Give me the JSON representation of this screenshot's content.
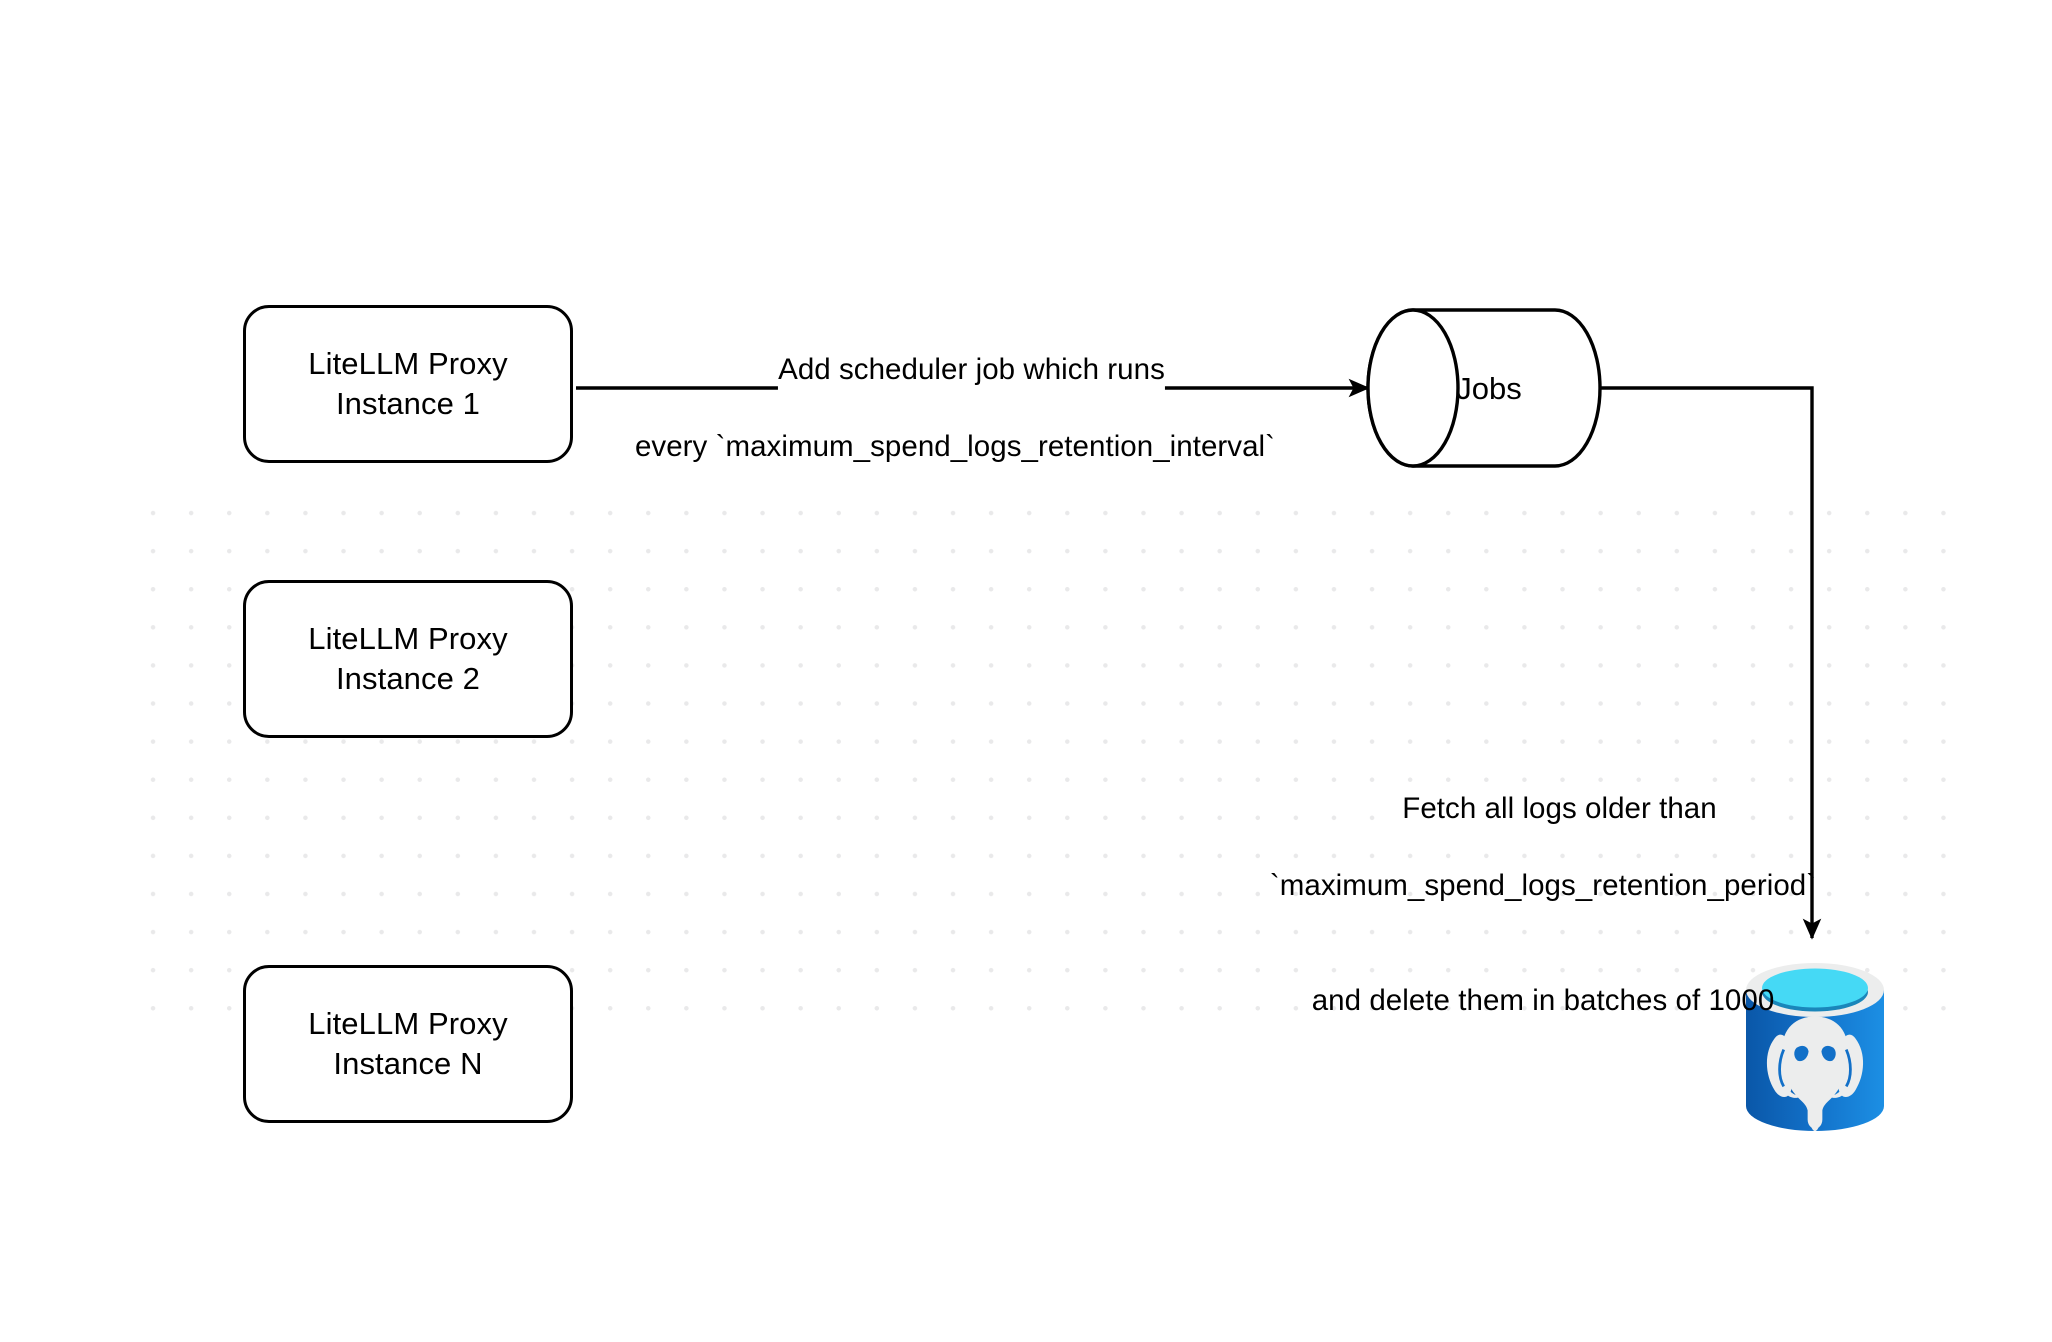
{
  "diagram": {
    "title": "LiteLLM spend logs retention scheduler flow",
    "background_color": "#ffffff",
    "grid_dot_color": "#e9e9ea",
    "stroke_color": "#000000",
    "nodes": [
      {
        "id": "proxy-1",
        "label_line1": "LiteLLM Proxy",
        "label_line2": "Instance 1",
        "shape": "rounded-rect"
      },
      {
        "id": "proxy-2",
        "label_line1": "LiteLLM Proxy",
        "label_line2": "Instance 2",
        "shape": "rounded-rect"
      },
      {
        "id": "proxy-n",
        "label_line1": "LiteLLM Proxy",
        "label_line2": "Instance N",
        "shape": "rounded-rect"
      },
      {
        "id": "jobs",
        "label": "Jobs",
        "shape": "cylinder-horizontal"
      },
      {
        "id": "postgres",
        "label": "",
        "shape": "database-icon",
        "icon": "postgresql-database-icon"
      }
    ],
    "edges": [
      {
        "id": "edge-proxy1-jobs",
        "from": "proxy-1",
        "to": "jobs",
        "label_line1": "Add scheduler job which runs",
        "label_line2": "every `maximum_spend_logs_retention_interval`"
      },
      {
        "id": "edge-jobs-postgres",
        "from": "jobs",
        "to": "postgres",
        "label_line1": "Fetch all logs older than",
        "label_line2": "`maximum_spend_logs_retention_period`",
        "label_line3": "and delete them in batches of 1000"
      }
    ],
    "postgres_icon": {
      "rim_color": "#eceded",
      "top_fill_color": "#45d9f5",
      "inner_shadow_color": "#1a86ba",
      "body_gradient_from": "#0a57a8",
      "body_gradient_to": "#1c8fe4",
      "elephant_color": "#eceded"
    }
  }
}
